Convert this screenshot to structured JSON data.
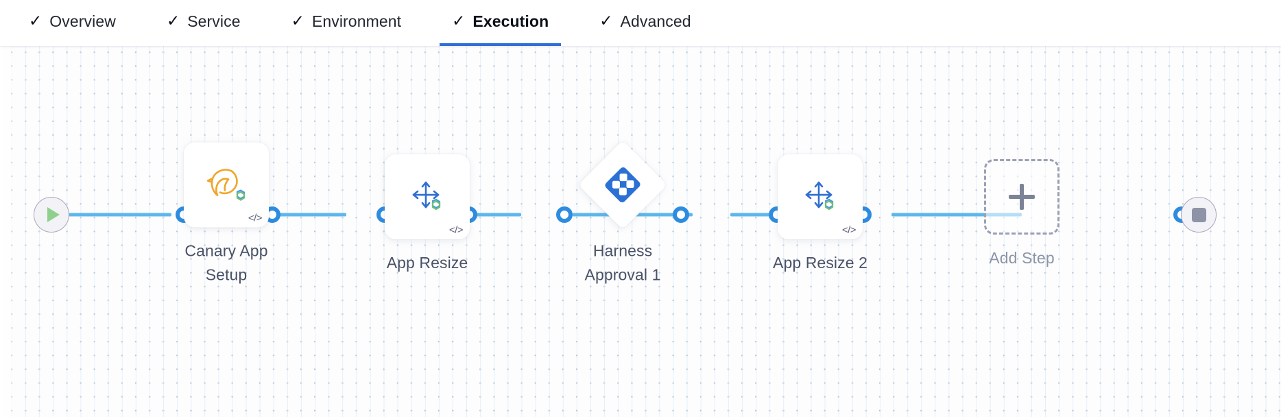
{
  "tabs": [
    {
      "label": "Overview",
      "icon": "check-icon",
      "active": false
    },
    {
      "label": "Service",
      "icon": "check-icon",
      "active": false
    },
    {
      "label": "Environment",
      "icon": "check-icon",
      "active": false
    },
    {
      "label": "Execution",
      "icon": "check-icon",
      "active": true
    },
    {
      "label": "Advanced",
      "icon": "check-icon",
      "active": false
    }
  ],
  "tab_check_glyph": "✓",
  "colors": {
    "accent_blue": "#2e6ed8",
    "link_blue": "#5eb7ec",
    "dot_blue": "#2e8ce0",
    "harness_blue": "#2b70d4",
    "canary_orange": "#f0a52a",
    "label_gray": "#4a5167",
    "add_gray": "#8d94a8",
    "canvas_bg": "#fdfdfe"
  },
  "pipeline": {
    "start_node": {
      "name": "start",
      "icon": "play-icon"
    },
    "end_node": {
      "name": "stop",
      "icon": "stop-icon"
    },
    "steps": [
      {
        "id": "canary-app-setup",
        "label": "Canary App\nSetup",
        "icon": "canary-bird-icon",
        "shape": "card",
        "badge": "</>"
      },
      {
        "id": "app-resize",
        "label": "App Resize",
        "icon": "resize-arrows-icon",
        "shape": "card",
        "badge": "</>"
      },
      {
        "id": "harness-approval-1",
        "label": "Harness\nApproval 1",
        "icon": "harness-logo-icon",
        "shape": "diamond",
        "badge": ""
      },
      {
        "id": "app-resize-2",
        "label": "App Resize 2",
        "icon": "resize-arrows-icon",
        "shape": "card",
        "badge": "</>"
      },
      {
        "id": "add-step",
        "label": "Add Step",
        "icon": "plus-icon",
        "shape": "dashed",
        "badge": ""
      }
    ]
  }
}
